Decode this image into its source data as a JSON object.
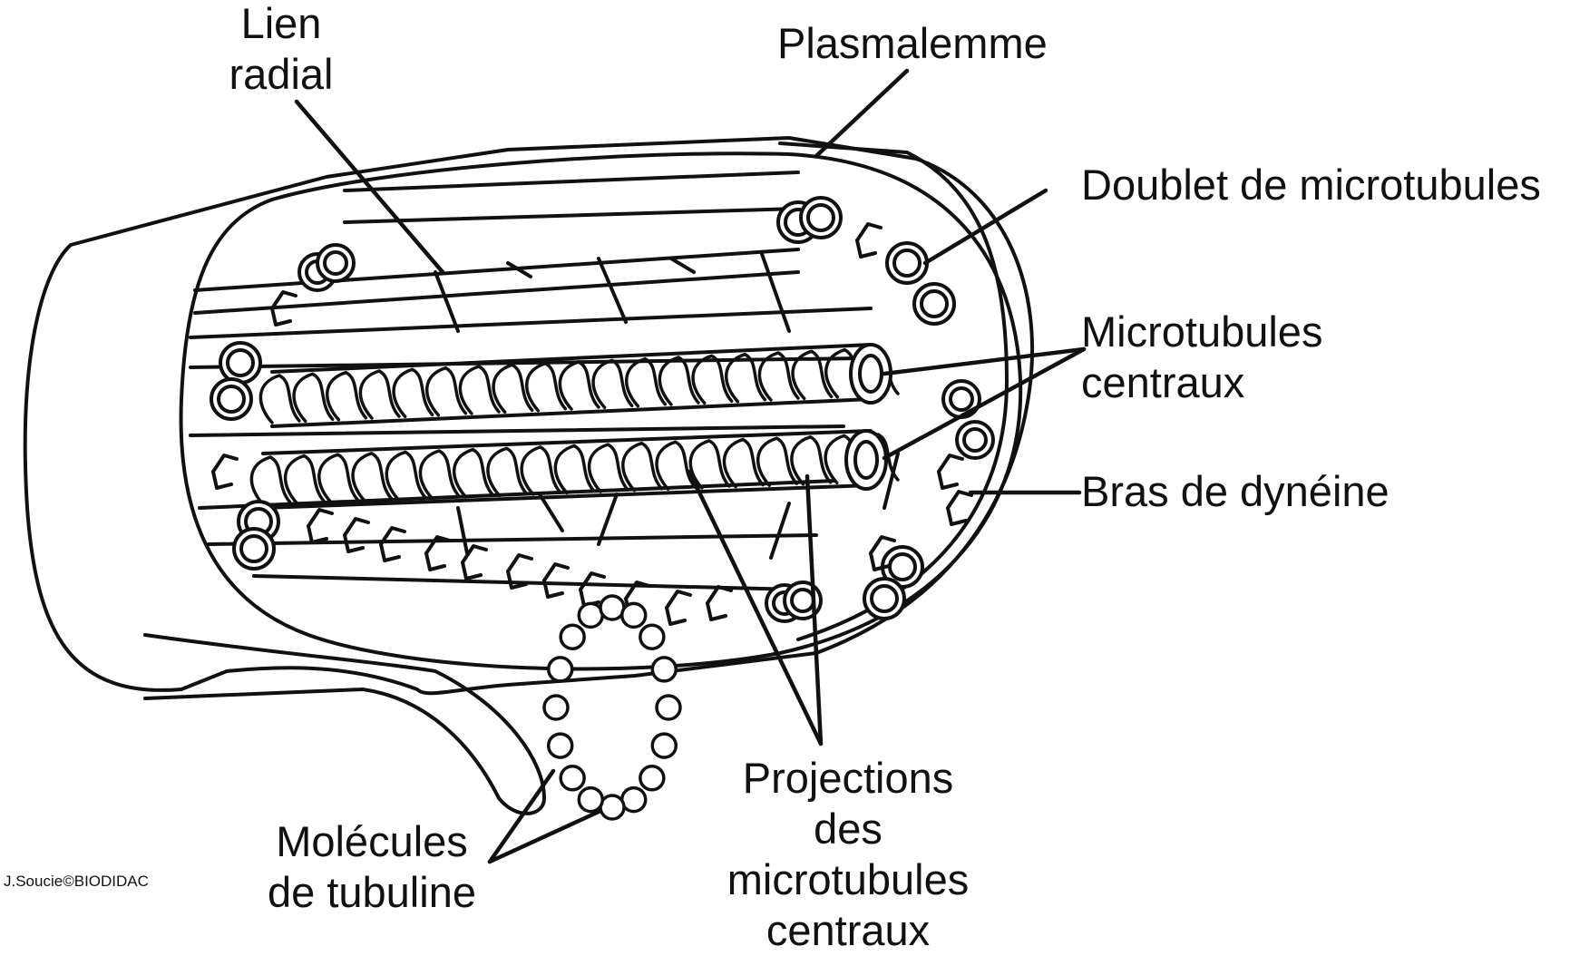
{
  "labels": {
    "radial_link": "Lien\nradial",
    "plasmalemma": "Plasmalemme",
    "doublet": "Doublet de microtubules",
    "central_microtubules": "Microtubules\ncentraux",
    "dynein_arm": "Bras de dynéine",
    "projections": "Projections\ndes\nmicrotubules\ncentraux",
    "tubulin": "Molécules\nde tubuline"
  },
  "credit": "J.Soucie©BIODIDAC",
  "colors": {
    "ink": "#111111",
    "background": "#ffffff"
  }
}
